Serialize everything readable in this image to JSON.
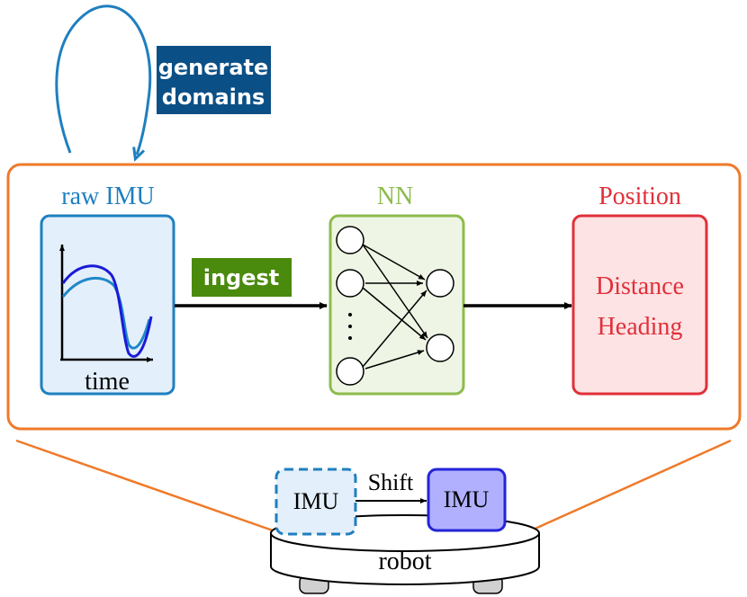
{
  "loop": {
    "badge_line1": "generate",
    "badge_line2": "domains"
  },
  "pipeline": {
    "input": {
      "title": "raw IMU",
      "axis_label": "time"
    },
    "ingest_label": "ingest",
    "network": {
      "title": "NN",
      "ellipsis": "⋮"
    },
    "output": {
      "title": "Position",
      "line1": "Distance",
      "line2": "Heading"
    }
  },
  "robot": {
    "label": "robot",
    "imu_original": "IMU",
    "imu_shifted": "IMU",
    "shift_label": "Shift"
  },
  "colors": {
    "orange": "#ef7a2a",
    "blue": "#1f7fbf",
    "dark_blue": "#0a4f86",
    "green": "#8dbb4c",
    "green_badge": "#4a8a0c",
    "red": "#e0303a",
    "purple_fill": "#b0b0ff",
    "purple_stroke": "#2424d8"
  }
}
